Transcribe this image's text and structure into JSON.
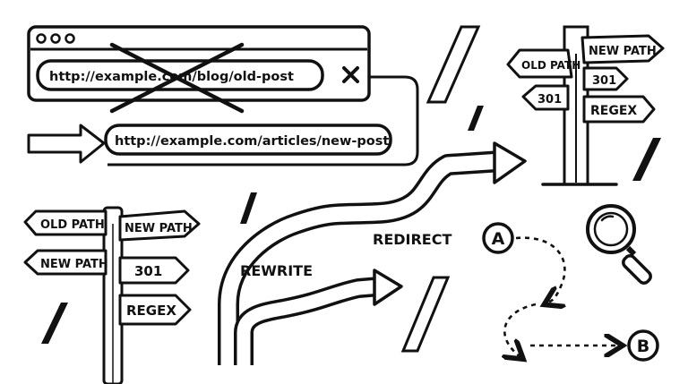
{
  "browser": {
    "old_url": "http://example.com/blog/old-post",
    "new_url": "http://example.com/articles/new-post",
    "close_glyph": "×"
  },
  "left_signpost": {
    "old_path": "OLD PATH",
    "new_path_top": "NEW PATH",
    "new_path": "NEW PATH",
    "code": "301",
    "regex": "REGEX"
  },
  "right_signpost": {
    "old_path": "OLD PATH",
    "new_path": "NEW PATH",
    "code_right": "301",
    "code_left": "301",
    "regex": "REGEX"
  },
  "flow": {
    "redirect_label": "REDIRECT",
    "rewrite_label": "REWRITE"
  },
  "route": {
    "start": "A",
    "end": "B"
  },
  "icons": {
    "magnifier": "magnifier-icon",
    "close": "close-icon"
  },
  "colors": {
    "ink": "#111111",
    "paper": "#ffffff"
  }
}
